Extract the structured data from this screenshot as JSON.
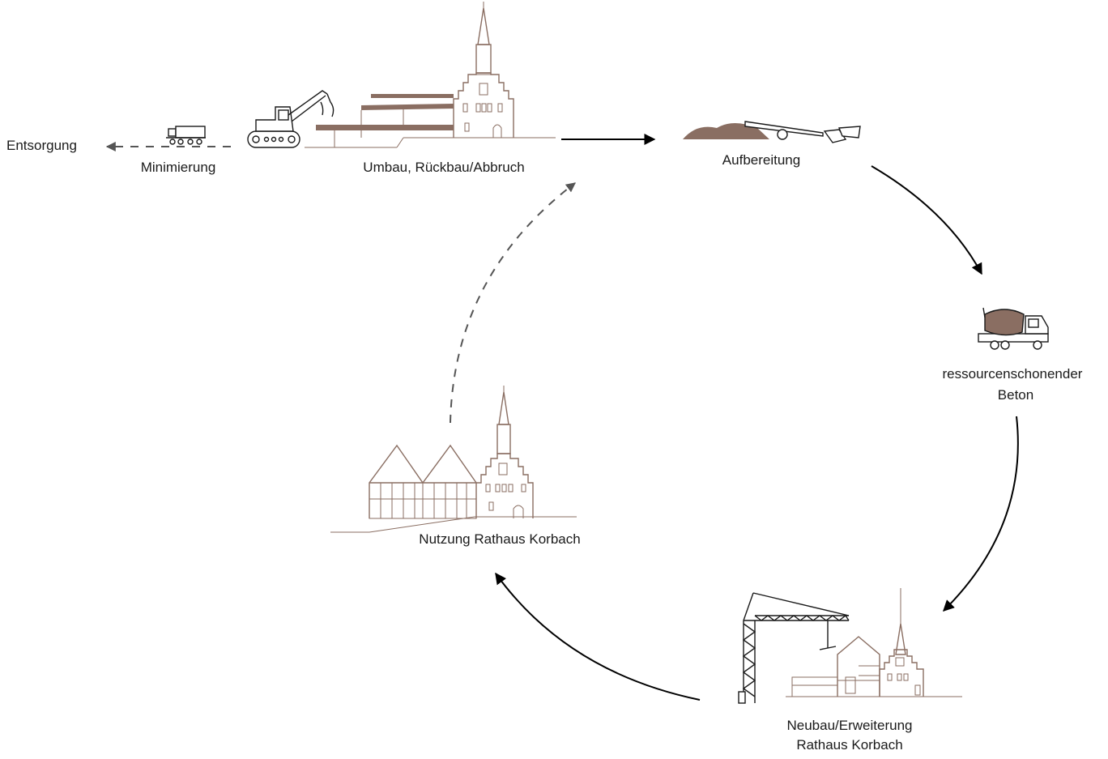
{
  "colors": {
    "building": "#8a6e62",
    "line": "#000000",
    "dashed": "#555555"
  },
  "labels": {
    "entsorgung": "Entsorgung",
    "minimierung": "Minimierung",
    "umbau": "Umbau, Rückbau/Abbruch",
    "aufbereitung": "Aufbereitung",
    "beton_line1": "ressourcenschonender",
    "beton_line2": "Beton",
    "neubau_line1": "Neubau/Erweiterung",
    "neubau_line2": "Rathaus Korbach",
    "nutzung": "Nutzung Rathaus Korbach"
  },
  "icons": [
    "truck-icon",
    "excavator-icon",
    "town-hall-demolition-icon",
    "crusher-icon",
    "concrete-mixer-icon",
    "crane-construction-icon",
    "town-hall-icon"
  ]
}
